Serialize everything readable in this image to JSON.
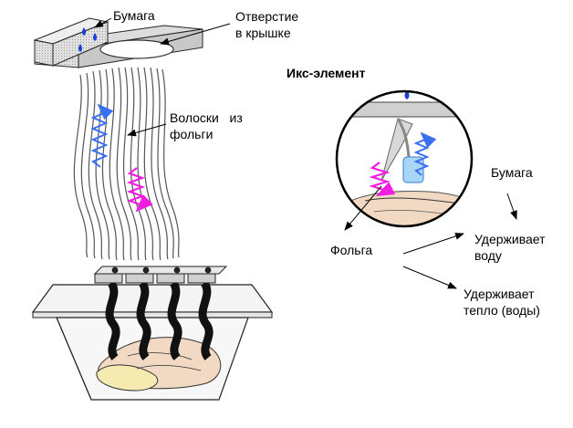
{
  "labels": {
    "paper_top": "Бумага",
    "hole_line1": "Отверстие",
    "hole_line2": "в крышке",
    "threads_line1": "Волоски   из",
    "threads_line2": "фольги",
    "x_element": "Икс-элемент",
    "paper_right": "Бумага",
    "foil": "Фольга",
    "holds_water_line1": "Удерживает",
    "holds_water_line2": "воду",
    "holds_heat_line1": "Удерживает",
    "holds_heat_line2": "тепло (воды)"
  },
  "colors": {
    "water_drop": "#1a3fd6",
    "water_wave": "#3a6ff0",
    "heat_wave": "#f01ee0",
    "foil_gray": "#6e6e6e",
    "paper_block": "#d8d8d8",
    "food": "#f2d9c4"
  }
}
